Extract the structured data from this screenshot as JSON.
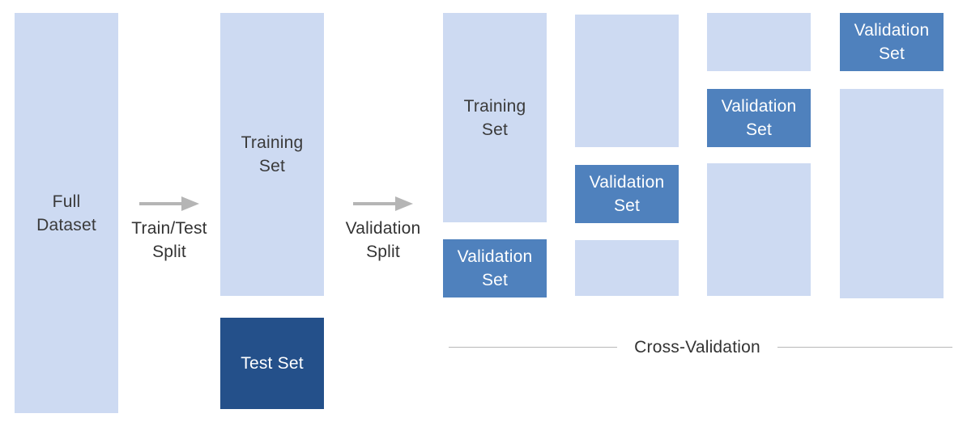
{
  "full_dataset": "Full\nDataset",
  "train_test_split": "Train/Test\nSplit",
  "validation_split": "Validation\nSplit",
  "training_set": "Training\nSet",
  "test_set": "Test Set",
  "validation_set": "Validation\nSet",
  "cross_validation": "Cross-Validation",
  "colors": {
    "light": "#cddaf2",
    "validation": "#4f81bd",
    "test": "#24508a",
    "arrow": "#b5b5b5"
  }
}
